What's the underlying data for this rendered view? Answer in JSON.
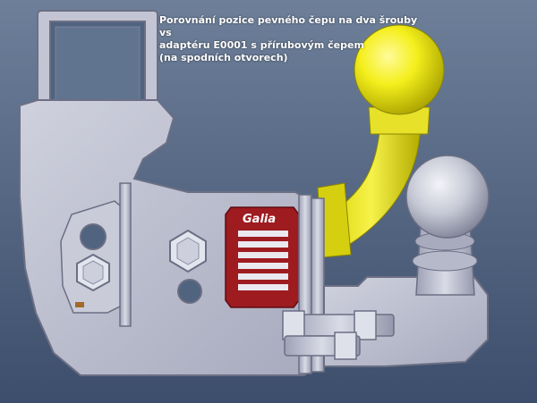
{
  "caption": {
    "line1": "Porovnání pozice pevného čepu na dva šrouby",
    "line2": "vs",
    "line3": "adaptéru E0001 s přírubovým čepem",
    "line4": "(na spodních otvorech)"
  },
  "badge": {
    "logo_text": "Galia",
    "logo_color": "#ffffff",
    "plate_color": "#9e1b20"
  },
  "colors": {
    "background_top": "#6d7f99",
    "background_bottom": "#3c4e6b",
    "steel": "#b9bccd",
    "steel_dark": "#8d90a4",
    "ball_yellow": "#f4ef1c",
    "ball_yellow_dark": "#b8b000",
    "ball_grey": "#c7cad6"
  }
}
